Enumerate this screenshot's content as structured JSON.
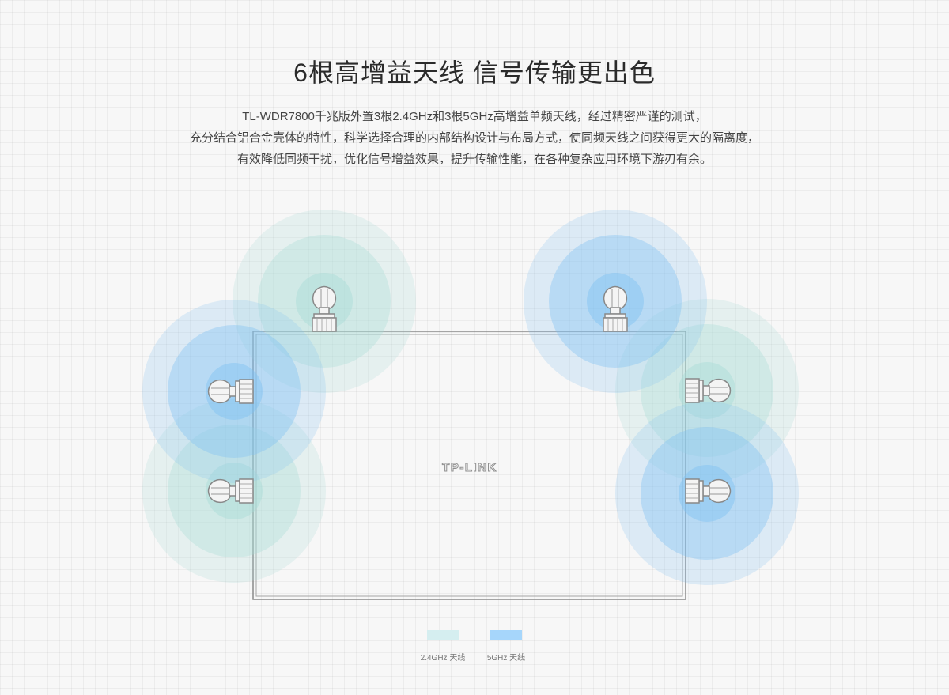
{
  "header": {
    "title": "6根高增益天线 信号传输更出色"
  },
  "description": {
    "lines": [
      "TL-WDR7800千兆版外置3根2.4GHz和3根5GHz高增益单频天线，经过精密严谨的测试，",
      "充分结合铝合金壳体的特性，科学选择合理的内部结构设计与布局方式，使同频天线之间获得更大的隔离度，",
      "有效降低同频干扰，优化信号增益效果，提升传输性能，在各种复杂应用环境下游刃有余。"
    ]
  },
  "device": {
    "brand_logo": "TP-LINK"
  },
  "colors": {
    "band_2_4ghz": "#a9dcd8",
    "band_5ghz": "#7ec0f2",
    "outline": "#8a8a8a",
    "background": "#f7f7f7"
  },
  "legend": {
    "items": [
      {
        "label": "2.4GHz 天线",
        "color": "#d5eef0"
      },
      {
        "label": "5GHz 天线",
        "color": "#a6d6fb"
      }
    ]
  }
}
